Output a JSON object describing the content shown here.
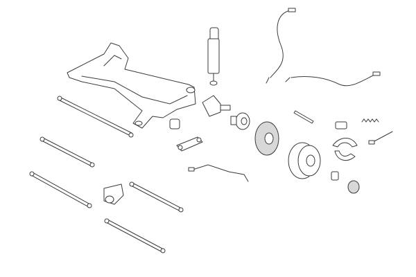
{
  "diagram": {
    "colors": {
      "background": "#ffffff",
      "line": "#3a3a3a",
      "shade": "#d8d8d8"
    },
    "parts": [
      "rear-subframe",
      "shock-absorber",
      "handbrake-cable-left",
      "handbrake-cable-right",
      "tie-rod",
      "control-arm",
      "stub-axle",
      "wheel-hub",
      "brake-backing-plate",
      "brake-drum",
      "brake-shoes",
      "return-spring",
      "wheel-cylinder",
      "brake-line",
      "bushing",
      "mount-bracket",
      "axle-nut"
    ]
  }
}
